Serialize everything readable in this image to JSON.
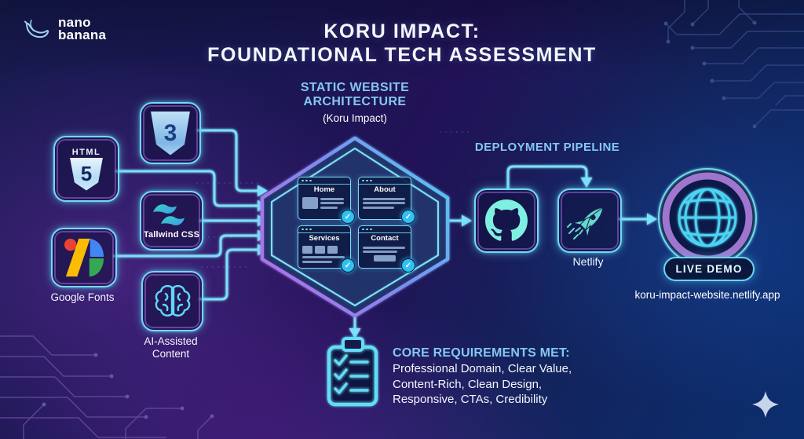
{
  "brand": {
    "line1": "nano",
    "line2": "banana"
  },
  "title": {
    "line1": "KORU IMPACT:",
    "line2": "FOUNDATIONAL TECH ASSESSMENT"
  },
  "architecture": {
    "heading_line1": "STATIC WEBSITE",
    "heading_line2": "ARCHITECTURE",
    "subheading": "(Koru Impact)",
    "pages": [
      {
        "name": "Home"
      },
      {
        "name": "About"
      },
      {
        "name": "Services"
      },
      {
        "name": "Contact"
      }
    ]
  },
  "tech_stack": {
    "html5_label": "HTML",
    "html5_number": "5",
    "css3_number": "3",
    "tailwind_label": "Tallwind CSS",
    "google_fonts_label": "Google Fonts",
    "ai_label_line1": "AI-Assisted",
    "ai_label_line2": "Content"
  },
  "pipeline": {
    "heading": "DEPLOYMENT PIPELINE",
    "netlify_label": "Netlify"
  },
  "live_demo": {
    "badge": "LIVE DEMO",
    "url": "koru-impact-website.netlify.app"
  },
  "requirements": {
    "heading": "CORE REQUIREMENTS MET:",
    "line1": "Professional Domain, Clear Value,",
    "line2": "Content-Rich, Clean Design,",
    "line3": "Responsive, CTAs, Credibility"
  },
  "glyphs": {
    "check": "✓"
  },
  "colors": {
    "accent_cyan": "#7de0f8",
    "accent_purple": "#a878e0",
    "heading_blue": "#84c8f2",
    "netlify_teal": "#63d8cc",
    "github_mint": "#7fefe2",
    "bg_navy": "#181b50",
    "bg_purple": "#221257",
    "bg_blue": "#0b2e6e"
  }
}
